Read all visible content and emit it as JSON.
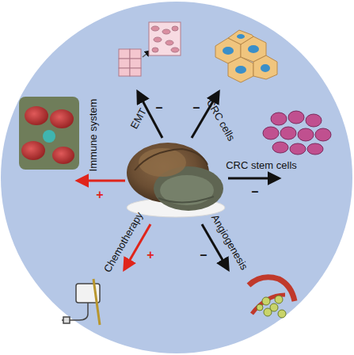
{
  "diagram": {
    "nodes": [
      {
        "text": [
          "EMT"
        ]
      },
      {
        "text": [
          "CRC cells"
        ]
      },
      {
        "text": [
          "CRC stem cells"
        ]
      },
      {
        "text": [
          "Angiogenesis"
        ]
      },
      {
        "text": [
          "Chemotherapy"
        ]
      },
      {
        "text": [
          "Immune system"
        ]
      }
    ],
    "labels": [
      "–",
      "–",
      "–",
      "–",
      "+",
      "+"
    ]
  }
}
